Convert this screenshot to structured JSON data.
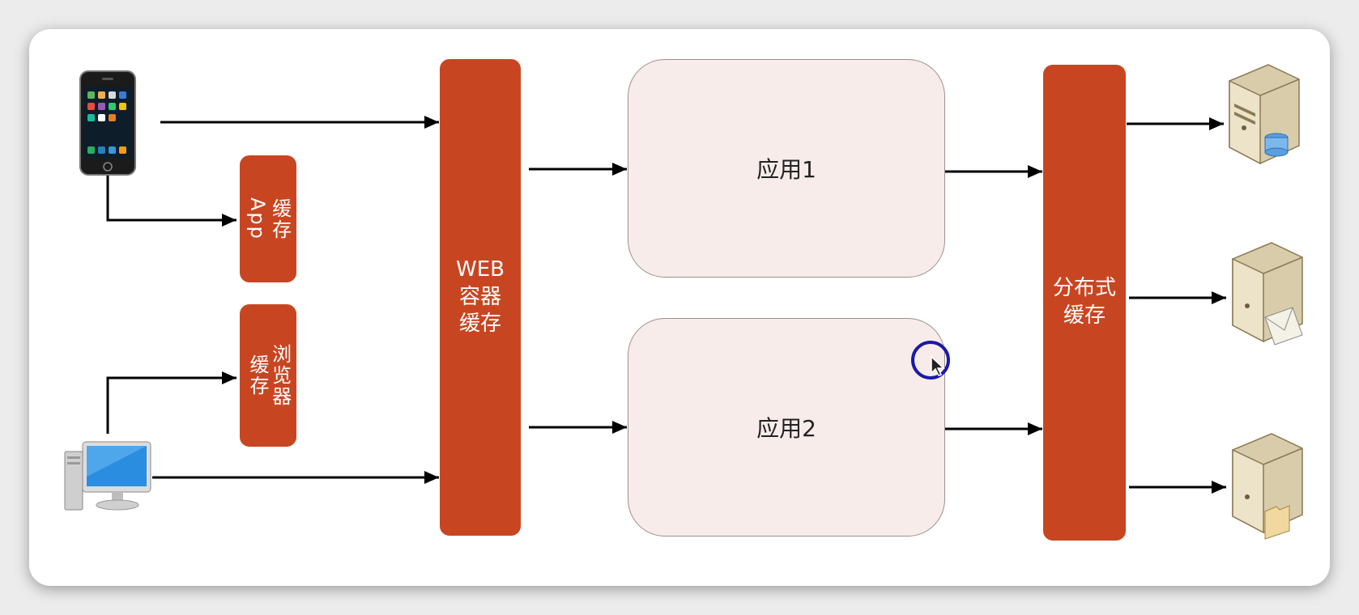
{
  "diagram": {
    "app_cache": [
      "App",
      "缓存"
    ],
    "browser_cache": [
      "浏览器",
      "缓存"
    ],
    "web_cache": [
      "WEB",
      "容器",
      "缓存"
    ],
    "app1": "应用1",
    "app2": "应用2",
    "dist_cache": [
      "分布式",
      "缓存"
    ]
  },
  "icons": [
    "mobile-phone-icon",
    "desktop-computer-icon",
    "database-server-icon",
    "mail-server-icon",
    "file-server-icon",
    "cursor-icon"
  ],
  "colors": {
    "cache": "#c74621",
    "app_box": "#f8ecea",
    "arrow": "#000000",
    "cursor_ring": "#1a1aa8"
  }
}
